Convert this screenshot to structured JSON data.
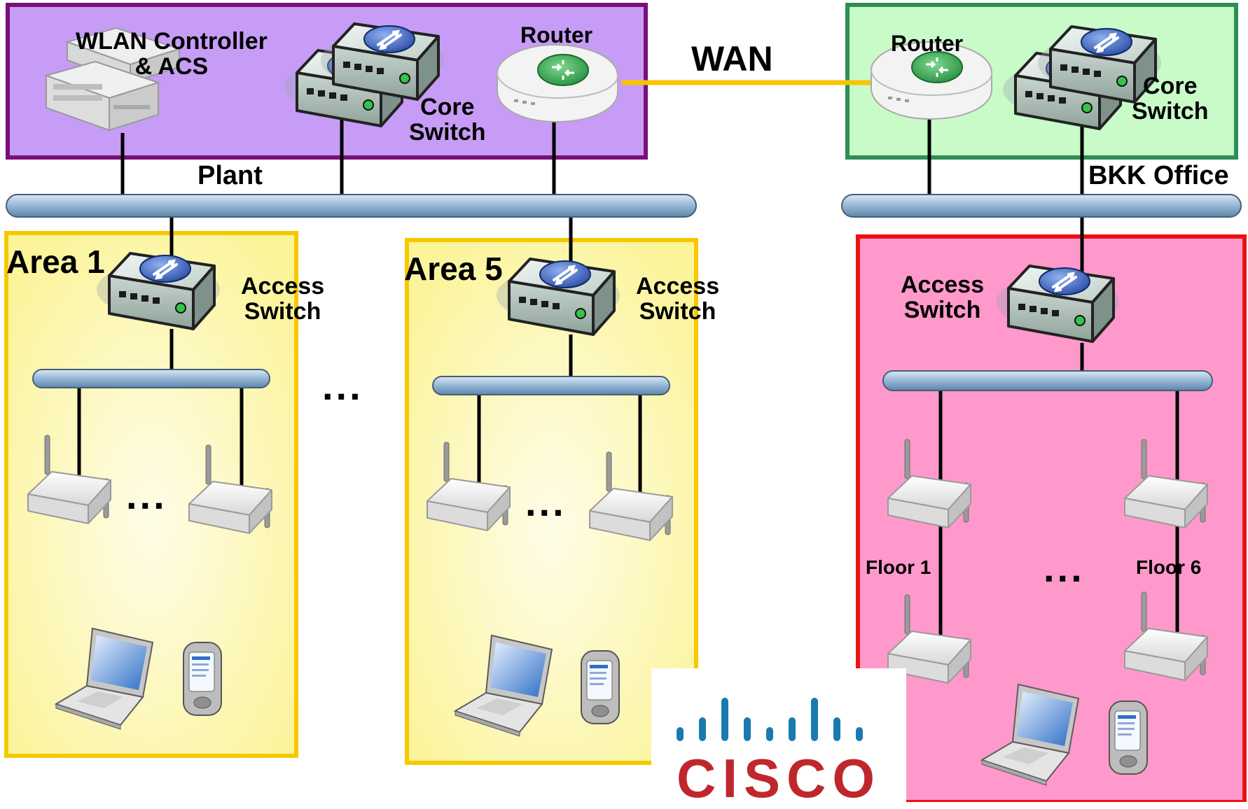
{
  "plant": {
    "controller_label": "WLAN Controller\n& ACS",
    "core_switch_label": "Core\nSwitch",
    "router_label": "Router",
    "site_label": "Plant"
  },
  "wan_label": "WAN",
  "office": {
    "router_label": "Router",
    "core_switch_label": "Core\nSwitch",
    "site_label": "BKK Office",
    "access_switch_label": "Access\nSwitch",
    "floors": [
      "Floor 1",
      "Floor 6"
    ]
  },
  "areas": [
    {
      "label": "Area 1",
      "access_switch_label": "Access\nSwitch"
    },
    {
      "label": "Area 5",
      "access_switch_label": "Access\nSwitch"
    }
  ],
  "ellipsis": "...",
  "logo_text": "CISCO",
  "colors": {
    "plant_fill": "#c79cf6",
    "plant_border": "#7a0f7a",
    "office_fill": "#c8fbc8",
    "office_border": "#2f8e58",
    "area_fill": "#fbf49a",
    "area_border": "#f7c800",
    "floor_fill": "#ff99cc",
    "floor_border": "#ee1111",
    "wan_link": "#f7c400",
    "cisco_blue": "#1a7ab0",
    "cisco_red": "#c0272d"
  }
}
